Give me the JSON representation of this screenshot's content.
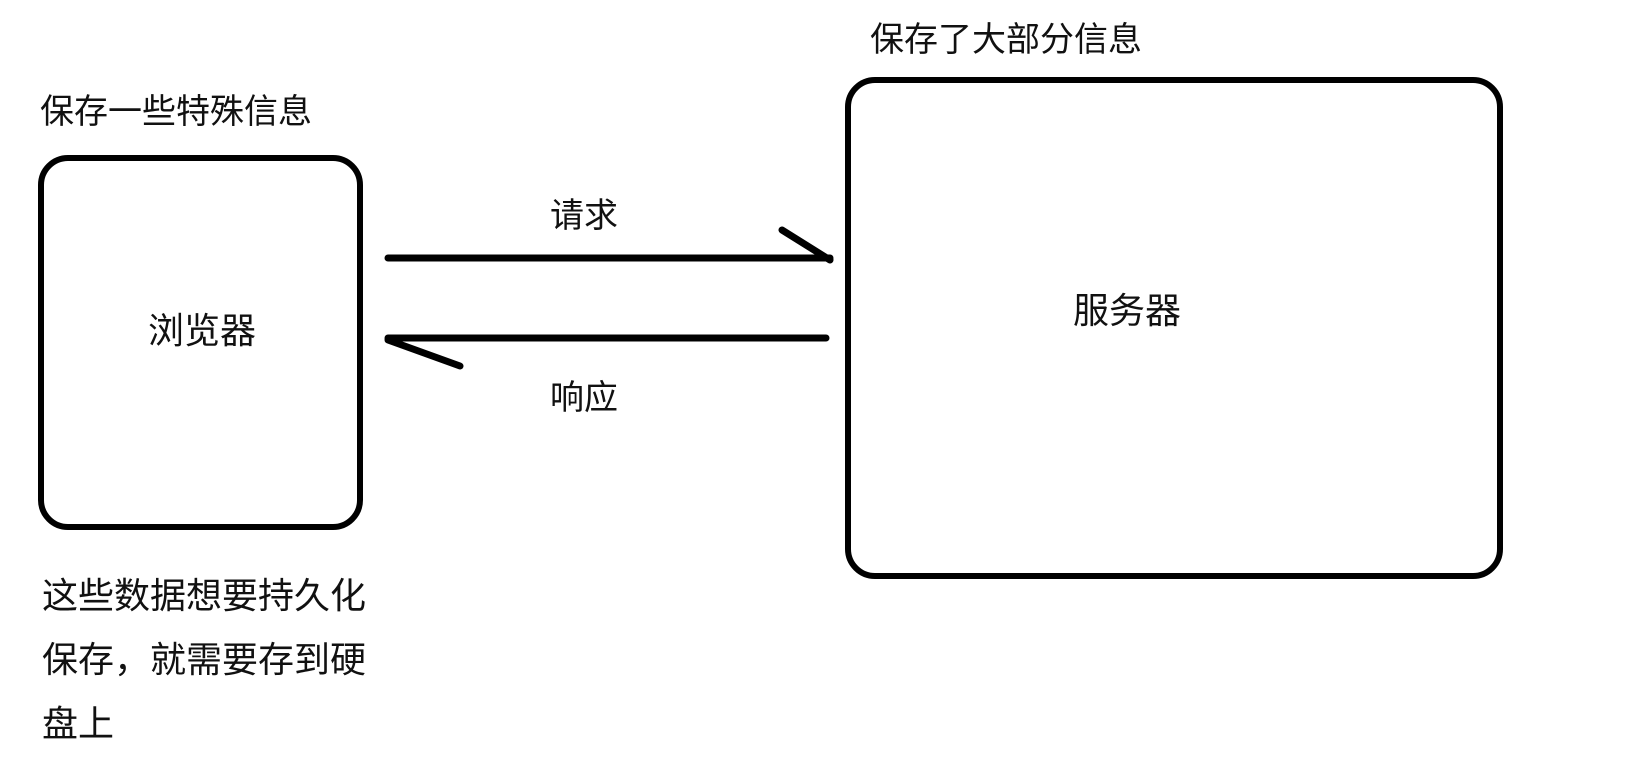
{
  "browser": {
    "label": "浏览器",
    "top_note": "保存一些特殊信息",
    "bottom_note_lines": [
      "这些数据想要持久化",
      "保存，就需要存到硬",
      "盘上"
    ]
  },
  "server": {
    "label": "服务器",
    "top_note": "保存了大部分信息"
  },
  "arrows": {
    "request_label": "请求",
    "response_label": "响应"
  },
  "colors": {
    "stroke": "#000000",
    "text": "#111111",
    "background": "#ffffff"
  }
}
